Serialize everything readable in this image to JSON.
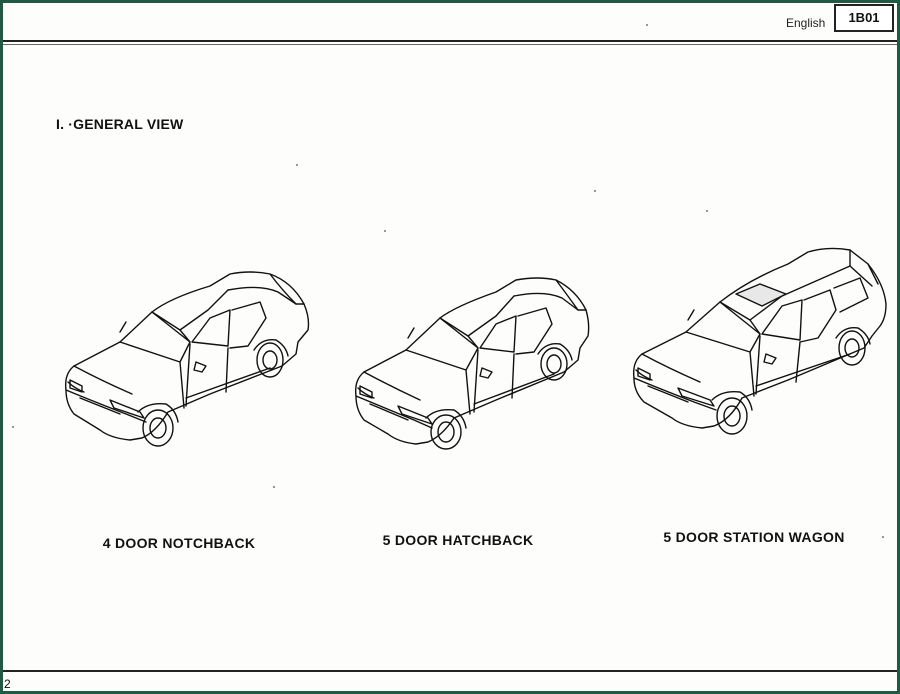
{
  "header": {
    "language": "English",
    "code": "1B01"
  },
  "section": {
    "title": "I. ·GENERAL VIEW"
  },
  "vehicles": [
    {
      "caption": "4 DOOR NOTCHBACK",
      "icon": "sedan-notchback-drawing"
    },
    {
      "caption": "5 DOOR HATCHBACK",
      "icon": "sedan-hatchback-drawing"
    },
    {
      "caption": "5 DOOR STATION WAGON",
      "icon": "station-wagon-drawing"
    }
  ],
  "footer": {
    "page_number": "2"
  }
}
